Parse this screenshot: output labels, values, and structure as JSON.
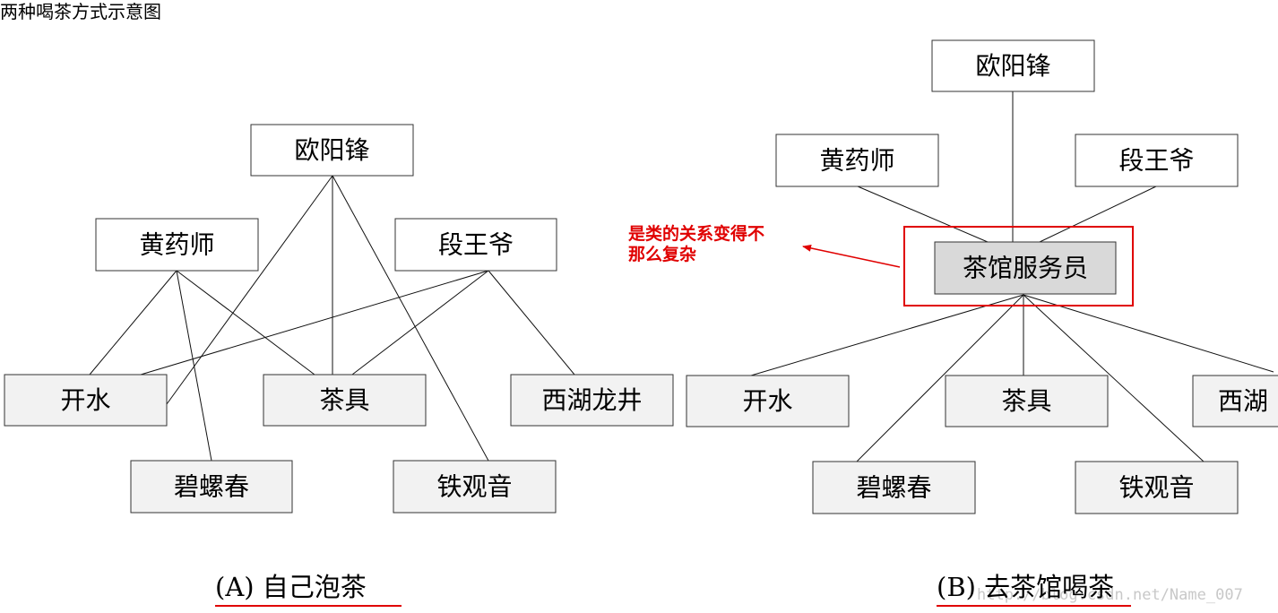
{
  "title": "两种喝茶方式示意图",
  "colors": {
    "people_fill": "#ffffff",
    "item_fill": "#f2f2f2",
    "server_fill": "#d9d9d9",
    "highlight": "#e00000",
    "line": "#111111"
  },
  "left": {
    "caption": "(A) 自己泡茶",
    "people": [
      "欧阳锋",
      "黄药师",
      "段王爷"
    ],
    "items": [
      "开水",
      "茶具",
      "西湖龙井",
      "碧螺春",
      "铁观音"
    ]
  },
  "right": {
    "caption": "(B) 去茶馆喝茶",
    "people": [
      "欧阳锋",
      "黄药师",
      "段王爷"
    ],
    "server": "茶馆服务员",
    "items": [
      "开水",
      "茶具",
      "西湖",
      "碧螺春",
      "铁观音"
    ],
    "annotation": [
      "是类的关系变得不",
      "那么复杂"
    ]
  },
  "watermark": "http://blog.csdn.net/Name_007"
}
